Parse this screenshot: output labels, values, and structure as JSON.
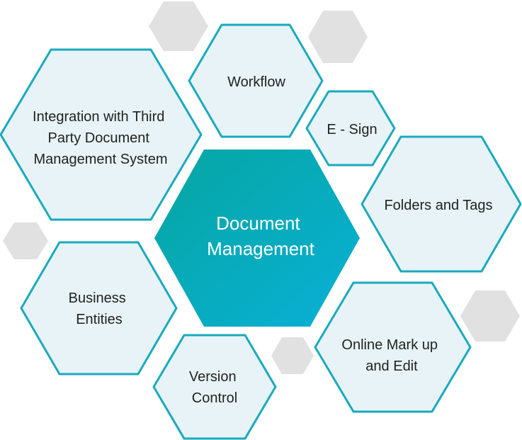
{
  "center": {
    "lines": [
      "Document",
      "Management"
    ],
    "gradient_from": "#06a6a1",
    "gradient_to": "#08b0d6"
  },
  "colors": {
    "outline": "#1aa9bd",
    "fill_light": "#e7f3f6",
    "fill_decor": "#e1e1e1"
  },
  "nodes": {
    "integration": {
      "lines": [
        "Integration with Third",
        "Party Document",
        "Management System"
      ]
    },
    "workflow": {
      "lines": [
        "Workflow"
      ]
    },
    "esign": {
      "lines": [
        "E - Sign"
      ]
    },
    "folders": {
      "lines": [
        "Folders and Tags"
      ]
    },
    "business": {
      "lines": [
        "Business",
        "Entities"
      ]
    },
    "version": {
      "lines": [
        "Version",
        "Control"
      ]
    },
    "markup": {
      "lines": [
        "Online Mark up",
        "and Edit"
      ]
    }
  }
}
